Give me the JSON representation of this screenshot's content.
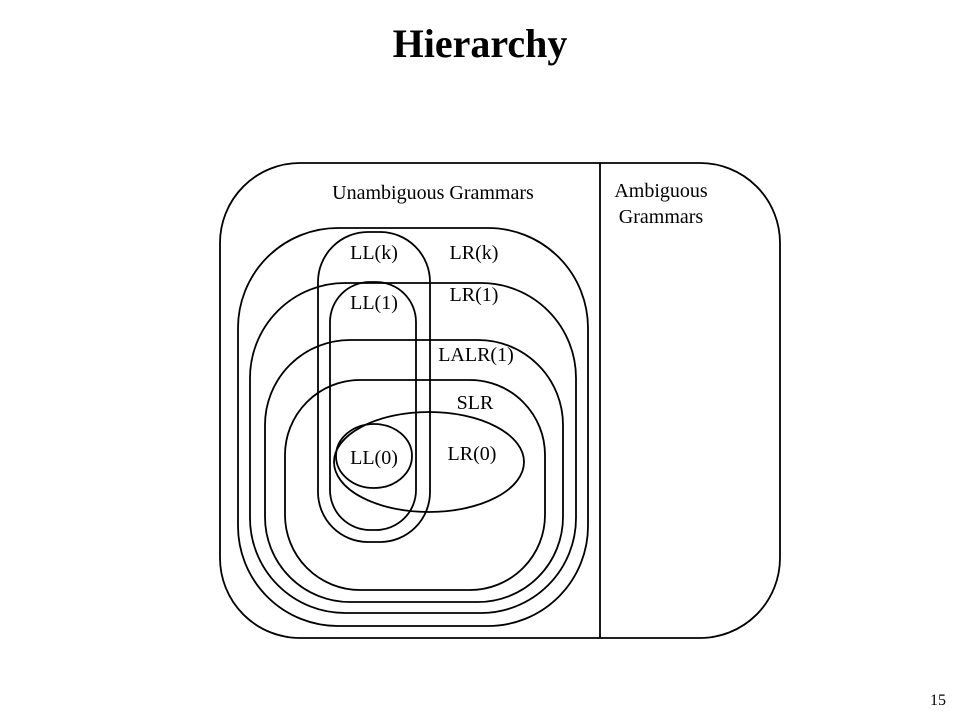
{
  "title": "Hierarchy",
  "page_number": "15",
  "diagram": {
    "regions": {
      "unambiguous": "Unambiguous Grammars",
      "ambiguous_line1": "Ambiguous",
      "ambiguous_line2": "Grammars"
    },
    "classes": {
      "llk": "LL(k)",
      "lrk": "LR(k)",
      "ll1": "LL(1)",
      "lr1": "LR(1)",
      "lalr1": "LALR(1)",
      "slr": "SLR",
      "ll0": "LL(0)",
      "lr0": "LR(0)"
    }
  }
}
